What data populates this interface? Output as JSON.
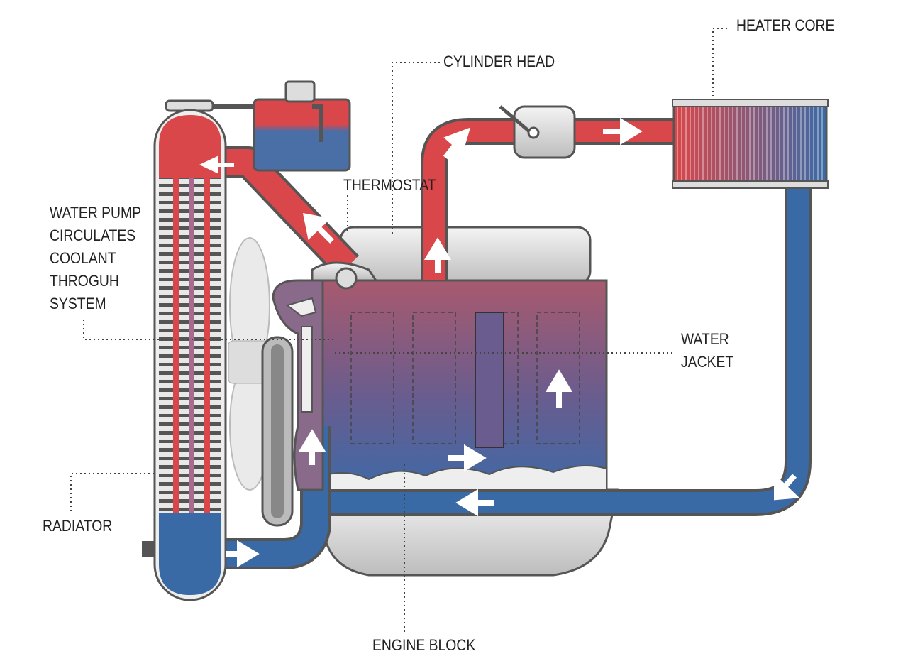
{
  "labels": {
    "heater_core": "HEATER CORE",
    "cylinder_head": "CYLINDER HEAD",
    "thermostat": "THERMOSTAT",
    "water_pump": [
      "WATER PUMP",
      "CIRCULATES",
      "COOLANT",
      "THROGUH",
      "SYSTEM"
    ],
    "water_jacket": [
      "WATER",
      "JACKET"
    ],
    "radiator": "RADIATOR",
    "engine_block": "ENGINE BLOCK"
  },
  "colors": {
    "hot": "#d9474a",
    "cold": "#3a6aa6",
    "metal": "#e6e6e6",
    "outline": "#555555"
  }
}
